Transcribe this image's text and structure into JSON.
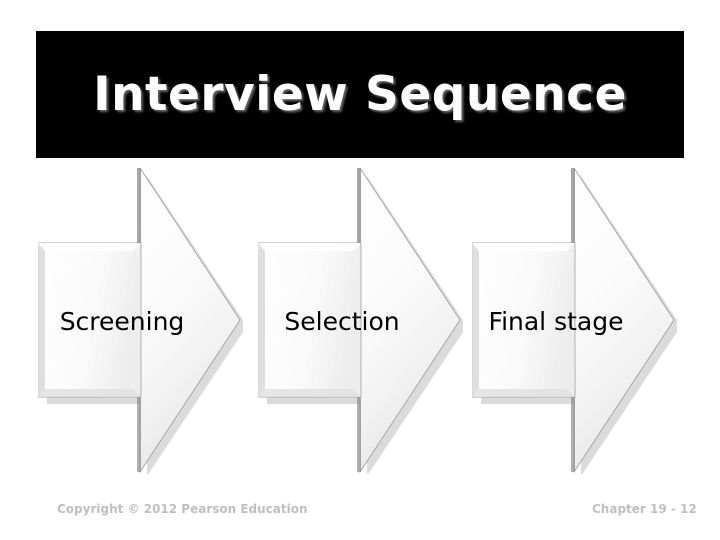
{
  "slide": {
    "title": "Interview Sequence",
    "background_color": "#ffffff",
    "title_bar_color": "#000000",
    "title_text_color": "#ffffff"
  },
  "process": {
    "steps": [
      {
        "label": "Screening",
        "icon": "right-arrow-shape"
      },
      {
        "label": "Selection",
        "icon": "right-arrow-shape"
      },
      {
        "label": "Final stage",
        "icon": "right-arrow-shape"
      }
    ]
  },
  "footer": {
    "copyright": "Copyright © 2012 Pearson Education",
    "chapter": "Chapter 19 - 12",
    "text_color": "#bfbfbf"
  }
}
